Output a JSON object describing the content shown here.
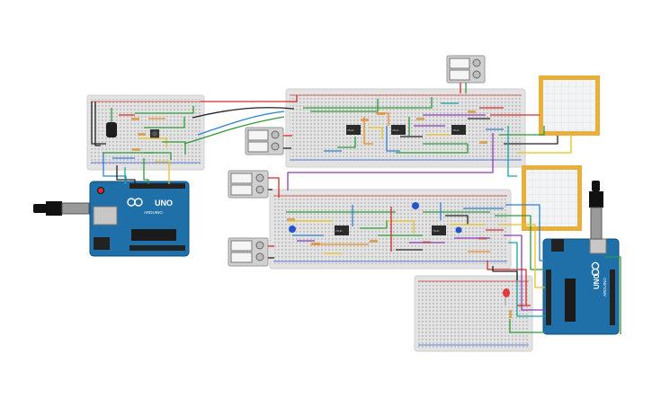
{
  "colors": {
    "background": "#ffffff",
    "breadboard": "#e3e3e3",
    "breadboard_hole": "#8f8f8f",
    "rail_red": "#d43b3b",
    "rail_blue": "#3b5fd4",
    "arduino_board": "#1f6fa8",
    "arduino_dark": "#0f4f7c",
    "chip": "#2b2b2b",
    "display_frame": "#e8b03a",
    "display_screen": "#f2f4f6",
    "power_supply": "#d0d0d0",
    "wire_red": "#d62b2b",
    "wire_black": "#222222",
    "wire_green": "#2f9a3a",
    "wire_yellow": "#e5c21e",
    "wire_orange": "#ef8a1d",
    "wire_purple": "#8e3bb5",
    "wire_blue": "#2f7fd6",
    "wire_teal": "#1aa3a3",
    "wire_gray": "#8a8a8a",
    "led_red": "#e23a3a"
  },
  "arduino_left": {
    "model_label": "UNO",
    "brand_label": "ARDUINO"
  },
  "arduino_right": {
    "model_label": "UNO",
    "brand_label": "ARDUINO"
  },
  "chips": [
    "74HC",
    "74HC",
    "74HC",
    "74HC",
    "74HC"
  ],
  "icons": [
    "usb-plug-icon",
    "power-jack-icon",
    "infinity-logo-icon",
    "reset-button-icon"
  ]
}
